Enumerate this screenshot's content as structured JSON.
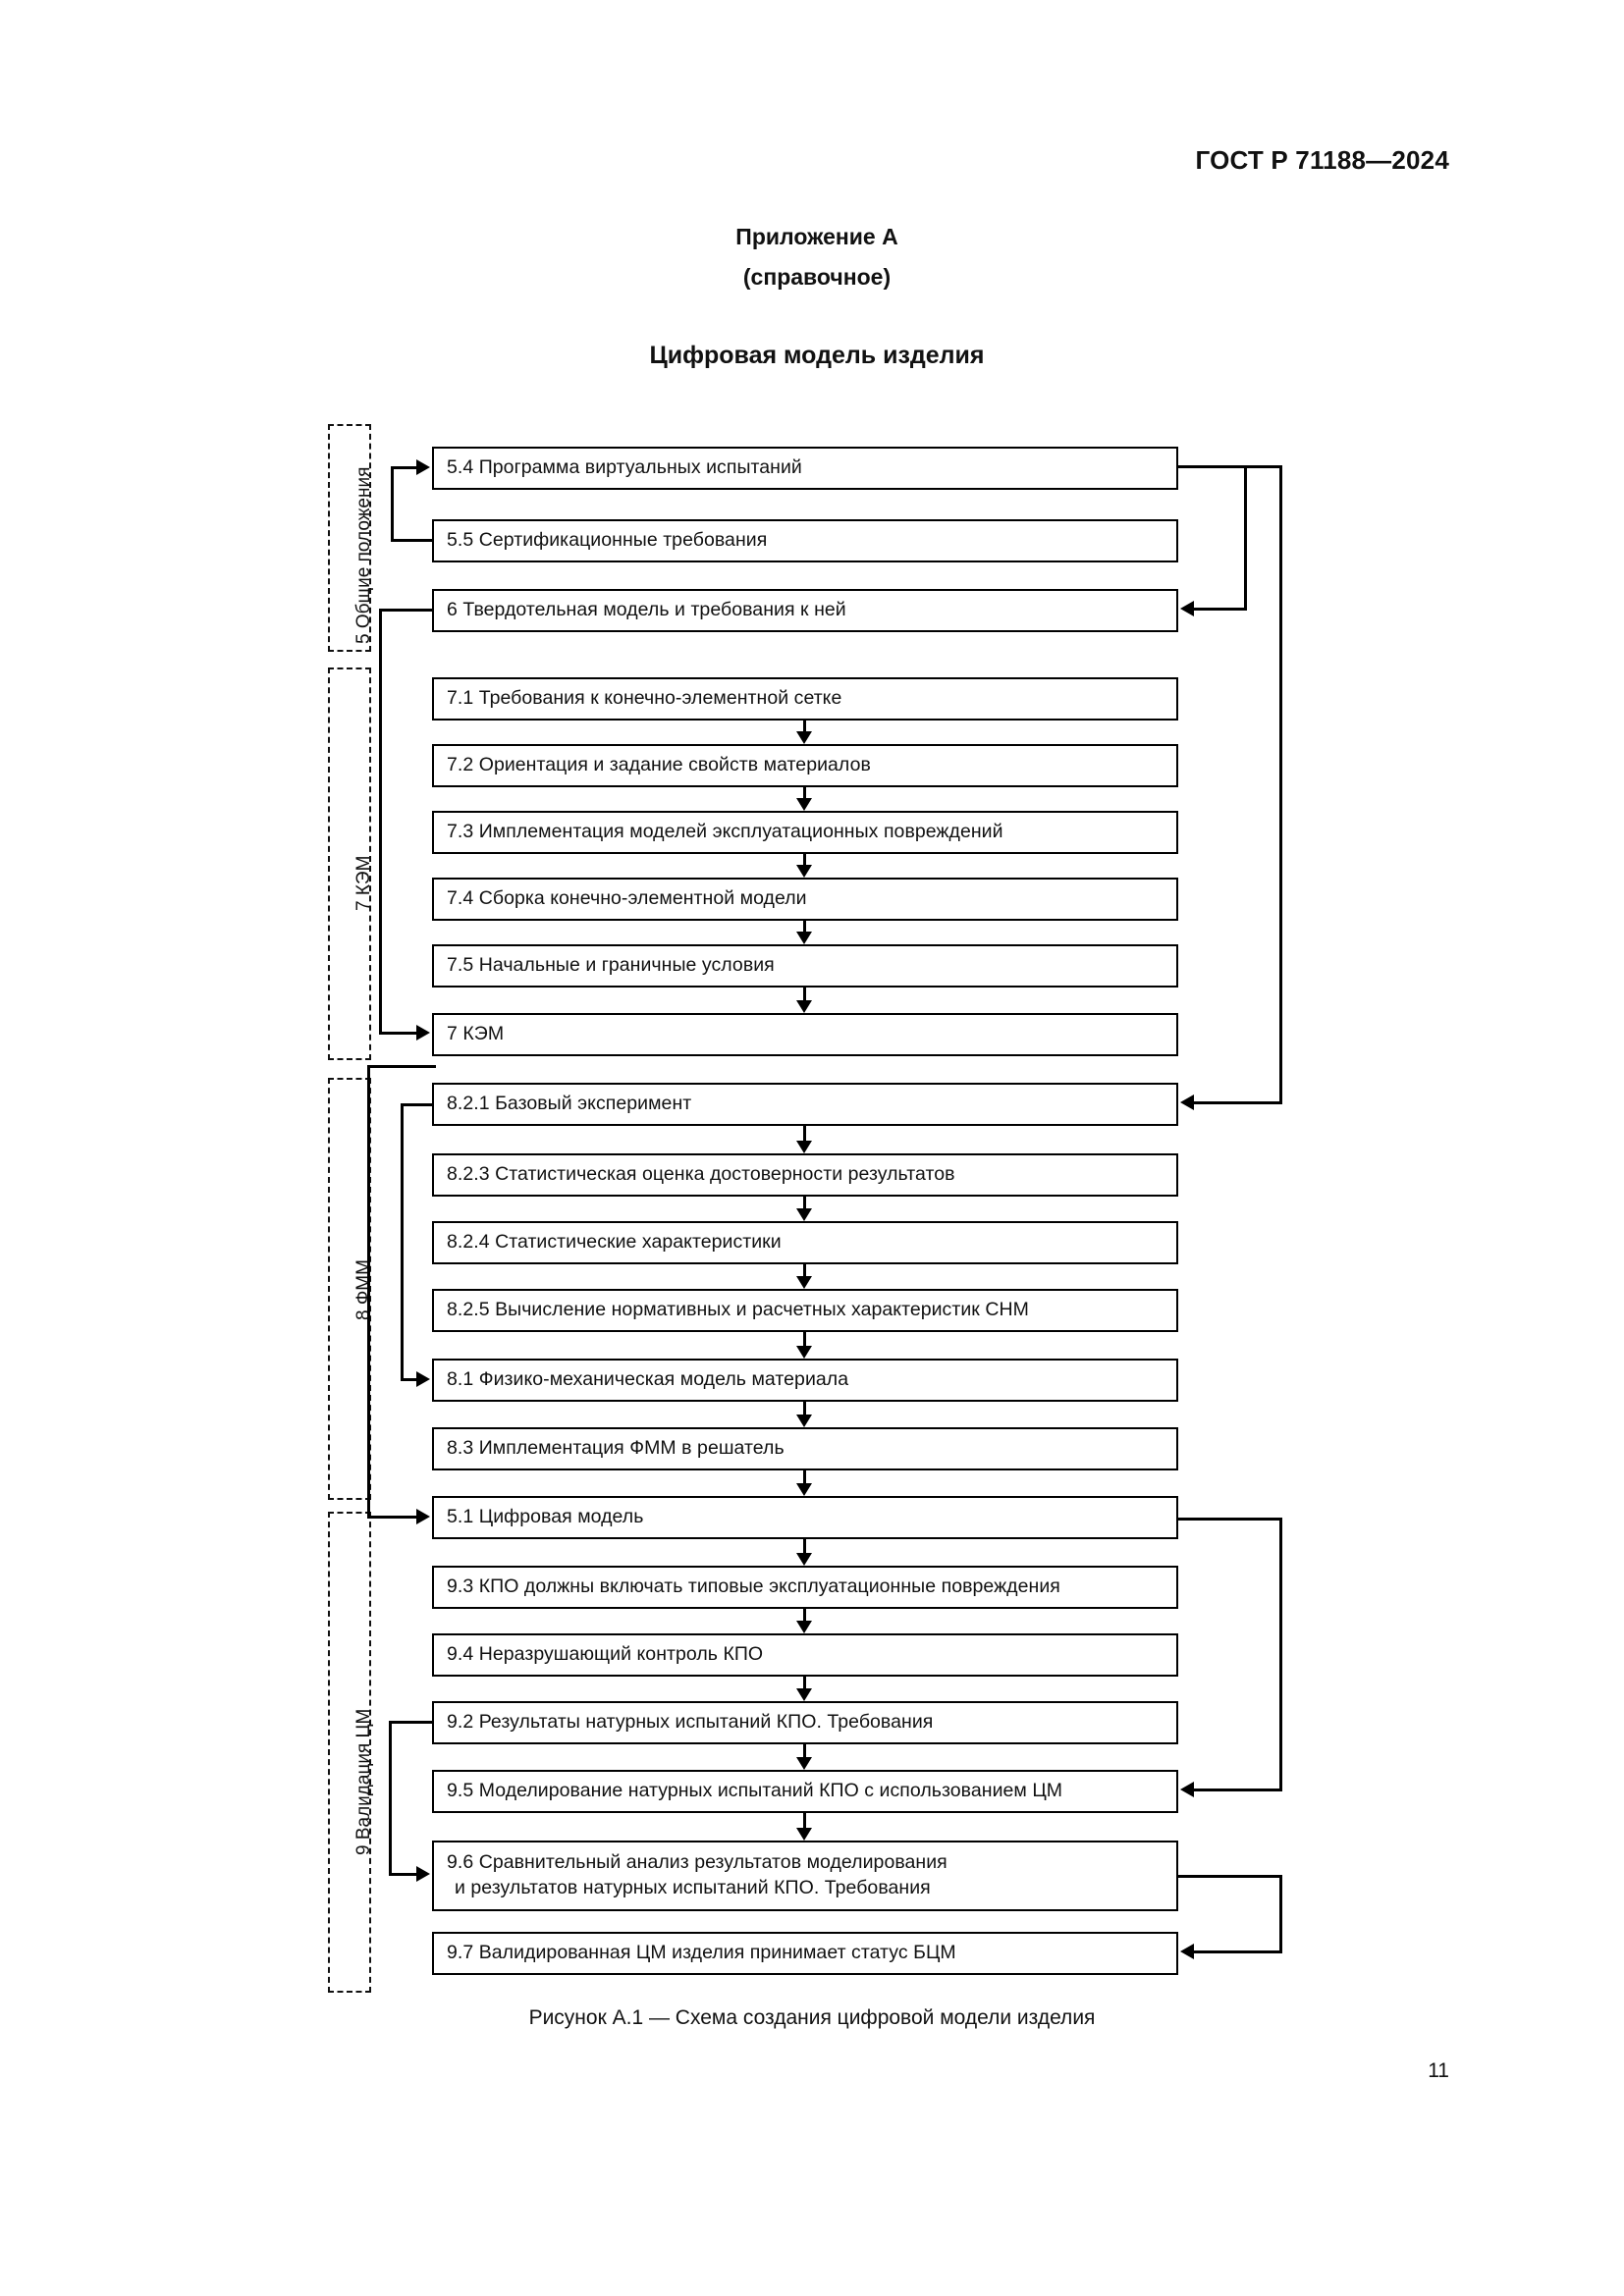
{
  "header": {
    "standard_id": "ГОСТ Р 71188—2024"
  },
  "title_block": {
    "annex": "Приложение А",
    "annex_kind": "(справочное)",
    "annex_title": "Цифровая модель изделия"
  },
  "figure": {
    "caption": "Рисунок А.1 — Схема создания цифровой модели изделия",
    "groups": [
      {
        "id": "g5",
        "label": "5 Общие положения"
      },
      {
        "id": "g7",
        "label": "7 КЭМ"
      },
      {
        "id": "g8",
        "label": "8 ФММ"
      },
      {
        "id": "g9",
        "label": "9 Валидация ЦМ"
      }
    ],
    "nodes": [
      {
        "id": "n54",
        "text": "5.4 Программа виртуальных испытаний"
      },
      {
        "id": "n55",
        "text": "5.5 Сертификационные требования"
      },
      {
        "id": "n6",
        "text": "6 Твердотельная модель и требования к ней"
      },
      {
        "id": "n71",
        "text": "7.1 Требования к конечно-элементной сетке"
      },
      {
        "id": "n72",
        "text": "7.2 Ориентация и задание свойств материалов"
      },
      {
        "id": "n73",
        "text": "7.3 Имплементация моделей эксплуатационных повреждений"
      },
      {
        "id": "n74",
        "text": "7.4 Сборка конечно-элементной модели"
      },
      {
        "id": "n75",
        "text": "7.5 Начальные и граничные условия"
      },
      {
        "id": "n7",
        "text": "7 КЭМ"
      },
      {
        "id": "n821",
        "text": "8.2.1 Базовый эксперимент"
      },
      {
        "id": "n823",
        "text": "8.2.3 Статистическая оценка достоверности результатов"
      },
      {
        "id": "n824",
        "text": "8.2.4 Статистические характеристики"
      },
      {
        "id": "n825",
        "text": "8.2.5 Вычисление нормативных и расчетных характеристик СНМ"
      },
      {
        "id": "n81",
        "text": "8.1 Физико-механическая модель материала"
      },
      {
        "id": "n83",
        "text": "8.3 Имплементация ФММ в решатель"
      },
      {
        "id": "n51",
        "text": "5.1 Цифровая модель"
      },
      {
        "id": "n93",
        "text": "9.3 КПО должны включать типовые эксплуатационные повреждения"
      },
      {
        "id": "n94",
        "text": "9.4 Неразрушающий контроль КПО"
      },
      {
        "id": "n92",
        "text": "9.2 Результаты натурных испытаний КПО. Требования"
      },
      {
        "id": "n95",
        "text": "9.5 Моделирование натурных испытаний КПО с использованием ЦМ"
      },
      {
        "id": "n96a",
        "text": "9.6 Сравнительный анализ результатов моделирования"
      },
      {
        "id": "n96b",
        "text": "и результатов натурных испытаний КПО. Требования"
      },
      {
        "id": "n97",
        "text": "9.7 Валидированная ЦМ изделия принимает статус БЦМ"
      }
    ]
  },
  "page": {
    "number": "11"
  }
}
